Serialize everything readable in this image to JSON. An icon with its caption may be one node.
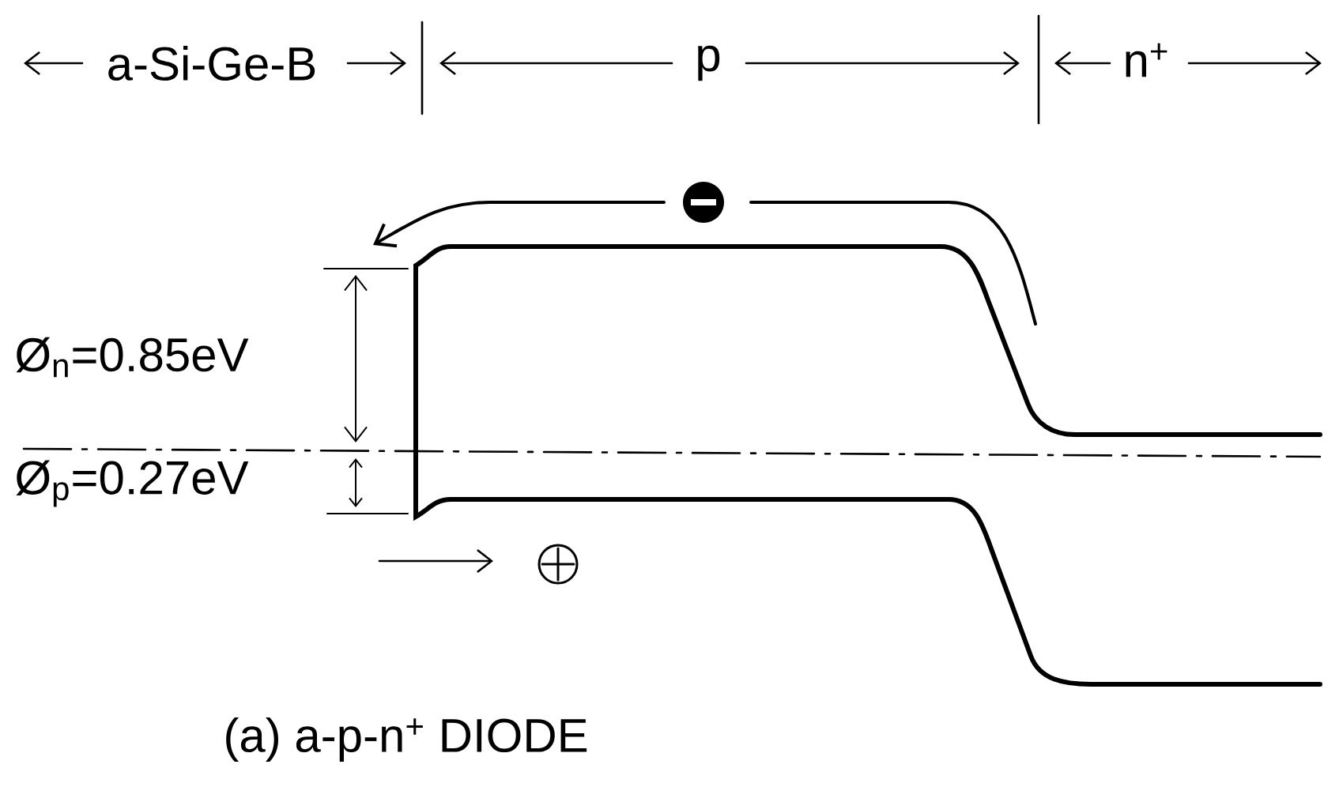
{
  "diagram": {
    "caption": "(a) a-p-n$^{+}$ DIODE",
    "labels": [
      "a-Si-Ge-B",
      "p",
      "n$^{+}$",
      "Ø$_{n}$=0.85eV",
      "Ø$_{p}$=0.27eV"
    ]
  }
}
